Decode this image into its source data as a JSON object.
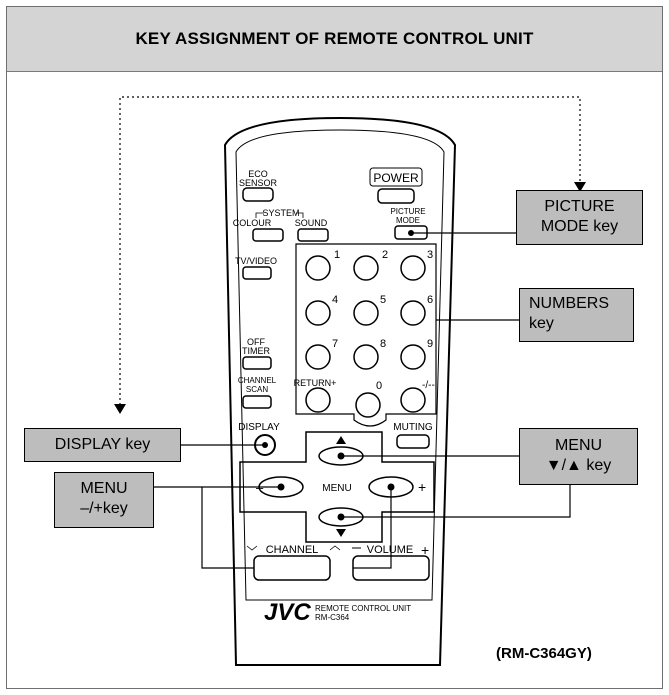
{
  "header": {
    "title": "KEY ASSIGNMENT OF REMOTE CONTROL UNIT"
  },
  "remote": {
    "eco_line1": "ECO",
    "eco_line2": "SENSOR",
    "power": "POWER",
    "system": "SYSTEM",
    "colour": "COLOUR",
    "sound": "SOUND",
    "picture_line1": "PICTURE",
    "picture_line2": "MODE",
    "tv_video": "TV/VIDEO",
    "off_line1": "OFF",
    "off_line2": "TIMER",
    "channel_line1": "CHANNEL",
    "channel_line2": "SCAN",
    "return": "RETURN+",
    "dash": "-/--",
    "digits": [
      "1",
      "2",
      "3",
      "4",
      "5",
      "6",
      "7",
      "8",
      "9",
      "0"
    ],
    "display": "DISPLAY",
    "muting": "MUTING",
    "menu": "MENU",
    "minus": "–",
    "plus": "+",
    "channel_label": "CHANNEL",
    "volume_label": "VOLUME",
    "jvc": "JVC",
    "unit_line1": "REMOTE  CONTROL UNIT",
    "unit_line2": "RM-C364"
  },
  "callouts": {
    "picture_mode": [
      "PICTURE",
      "MODE key"
    ],
    "numbers": [
      "NUMBERS",
      "key"
    ],
    "display": "DISPLAY key",
    "menu_updown": [
      "MENU",
      "▼/▲  key"
    ],
    "menu_minusplus": [
      "MENU",
      "–/+key"
    ]
  },
  "model": "(RM-C364GY)",
  "colors": {
    "header_bg": "#d4d4d4",
    "callout_bg": "#bdbdbd",
    "line": "#000000"
  }
}
